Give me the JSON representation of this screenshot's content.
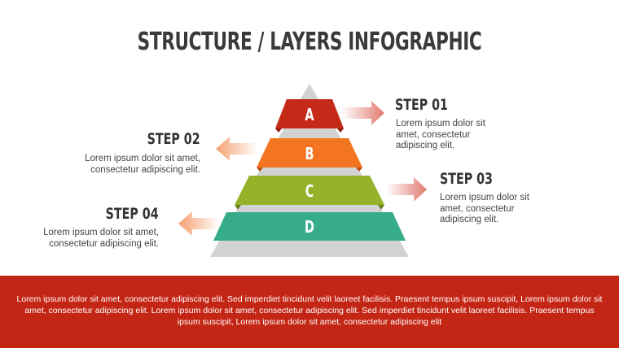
{
  "title": "STRUCTURE / LAYERS INFOGRAPHIC",
  "pyramid": {
    "base_color": "#d2d2d2",
    "layers": [
      {
        "label": "A",
        "color": "#c42a17",
        "fold_color": "#8e1d10"
      },
      {
        "label": "B",
        "color": "#f47521",
        "fold_color": "#b54f10"
      },
      {
        "label": "C",
        "color": "#95b22a",
        "fold_color": "#6a801c"
      },
      {
        "label": "D",
        "color": "#36ac8a",
        "fold_color": "#257a61"
      }
    ]
  },
  "steps": [
    {
      "heading": "STEP 01",
      "text_lines": [
        "Lorem ipsum dolor sit",
        "amet, consectetur",
        "adipiscing elit."
      ],
      "side": "right",
      "arrow_color": "#e07a6f"
    },
    {
      "heading": "STEP 02",
      "text_lines": [
        "Lorem ipsum dolor sit amet,",
        "consectetur adipiscing elit."
      ],
      "side": "left",
      "arrow_color": "#f5a070"
    },
    {
      "heading": "STEP 03",
      "text_lines": [
        "Lorem ipsum dolor sit",
        "amet, consectetur",
        "adipiscing elit."
      ],
      "side": "right",
      "arrow_color": "#e07a6f"
    },
    {
      "heading": "STEP 04",
      "text_lines": [
        "Lorem ipsum dolor sit amet,",
        "consectetur adipiscing elit."
      ],
      "side": "left",
      "arrow_color": "#f5a070"
    }
  ],
  "footer": {
    "background": "#c42615",
    "lines": [
      "Lorem ipsum dolor sit amet, consectetur adipiscing elit. Sed imperdiet tincidunt velit laoreet facilisis. Praesent tempus ipsum suscipit, Lorem ipsum dolor sit",
      "amet, consectetur adipiscing elit. Lorem ipsum dolor sit amet, consectetur adipiscing elit. Sed imperdiet tincidunt velit laoreet facilisis. Praesent tempus",
      "ipsum suscipit, Lorem ipsum dolor sit amet, consectetur adipiscing elit"
    ]
  }
}
